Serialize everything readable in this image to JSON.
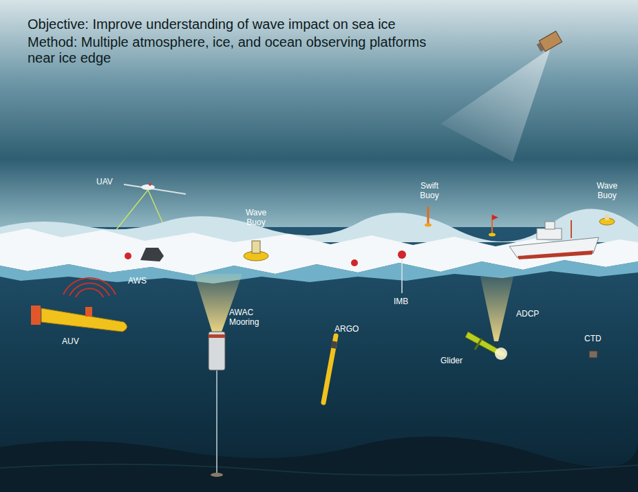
{
  "diagram": {
    "labels": [
      "Objective: Improve understanding of wave impact on sea ice",
      "Method: Multiple atmosphere, ice, and ocean observing platforms near ice edge",
      "UAV",
      "Wave Buoy",
      "Swift Buoy",
      "Wave Buoy",
      "AWS",
      "IMB",
      "AWAC Mooring",
      "ARGO",
      "ADCP",
      "Glider",
      "AUV",
      "CTD"
    ]
  }
}
